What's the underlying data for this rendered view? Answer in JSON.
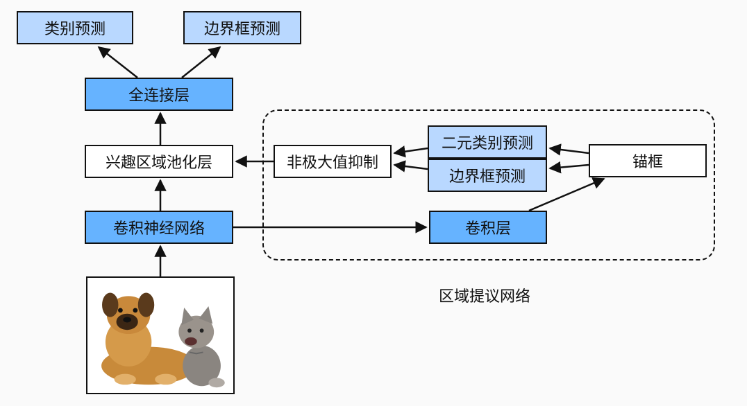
{
  "nodes": {
    "class_pred": "类别预测",
    "bbox_pred_top": "边界框预测",
    "fc_layer": "全连接层",
    "roi_pool": "兴趣区域池化层",
    "cnn": "卷积神经网络",
    "nms": "非极大值抑制",
    "binary_class_pred": "二元类别预测",
    "bbox_pred_rpn": "边界框预测",
    "anchor_boxes": "锚框",
    "conv_layer": "卷积层"
  },
  "region_label": "区域提议网络",
  "image_content": "dog-and-kitten-photo",
  "colors": {
    "light_blue": "#b9d8ff",
    "mid_blue": "#66b3ff",
    "white": "#ffffff",
    "stroke": "#111111"
  }
}
